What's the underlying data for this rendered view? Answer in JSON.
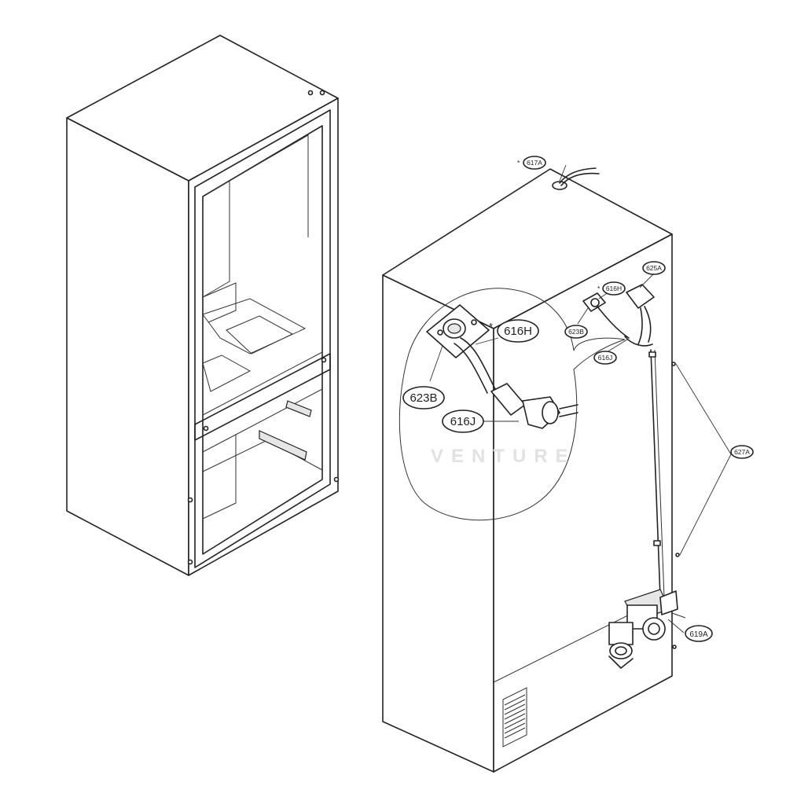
{
  "watermark": "VENTURE",
  "parts": {
    "p617A": {
      "label": "617A",
      "mark": "*"
    },
    "p625A": {
      "label": "625A",
      "mark": ""
    },
    "p616H_small": {
      "label": "616H",
      "mark": "*"
    },
    "p623B_small": {
      "label": "623B",
      "mark": ""
    },
    "p616J_small": {
      "label": "616J",
      "mark": ""
    },
    "p627A": {
      "label": "627A",
      "mark": ""
    },
    "p619A": {
      "label": "619A",
      "mark": ""
    },
    "p623B_big": {
      "label": "623B",
      "mark": ""
    },
    "p616H_big": {
      "label": "616H",
      "mark": "*"
    },
    "p616J_big": {
      "label": "616J",
      "mark": ""
    }
  },
  "colors": {
    "line": "#222222",
    "background": "#ffffff",
    "shade": "#e6e6e6",
    "watermark": "#e2e2e2"
  }
}
